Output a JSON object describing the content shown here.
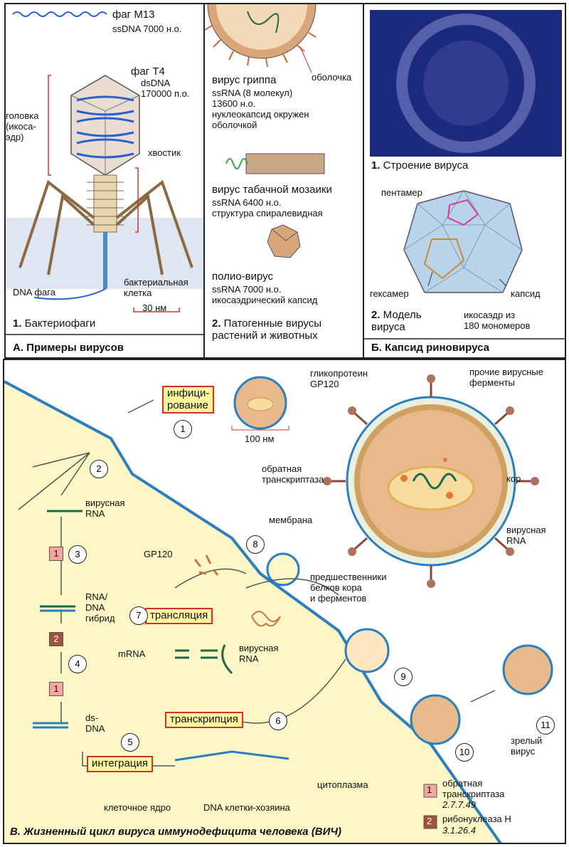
{
  "panel_a": {
    "m13_label": "фаг M13",
    "m13_info": "ssDNA 7000 н.о.",
    "t4_label": "фаг T4",
    "t4_info": "dsDNA\n170000 п.о.",
    "head_label": "головка\n(икоса-\nэдр)",
    "tail_label": "хвостик",
    "dna_phage": "DNA фага",
    "bacterial_cell": "бактериальная\nклетка",
    "scale": "30 нм",
    "caption_num": "1.",
    "caption": " Бактериофаги",
    "footer": "А. Примеры вирусов"
  },
  "panel_a2": {
    "flu_label": "вирус гриппа",
    "flu_info": "ssRNA (8 молекул)\n13600 н.о.\nнуклеокапсид окружен\nоболочкой",
    "envelope": "оболочка",
    "tmv_label": "вирус табачной мозаики",
    "tmv_info": "ssRNA 6400 н.о.\nструктура спиралевидная",
    "polio_label": "полио-вирус",
    "polio_info": "ssRNA  7000 н.о.\nикосаэдрический капсид",
    "caption_num": "2.",
    "caption": " Патогенные вирусы\nрастений и животных"
  },
  "panel_b": {
    "caption1_num": "1.",
    "caption1": " Строение вируса",
    "pentamer": "пентамер",
    "hexamer": "гексамер",
    "capsid": "капсид",
    "caption2_num": "2.",
    "caption2": " Модель\nвируса",
    "icosahedron": "икосаэдр из\n180 мономеров",
    "footer": "Б. Капсид риновируса"
  },
  "panel_c": {
    "infection": "инфици-\nрование",
    "scale": "100 нм",
    "glycoprotein": "гликопротеин\nGP120",
    "other_enzymes": "прочие вирусные\nферменты",
    "reverse_transcriptase_label": "обратная\nтранскриптаза",
    "core": "кор",
    "membrane": "мембрана",
    "viral_rna_right": "вирусная\nRNA",
    "viral_rna_left": "вирусная\nRNA",
    "gp120": "GP120",
    "precursors": "предшественники\nбелков кора\nи ферментов",
    "rna_dna_hybrid": "RNA/\nDNA\nгибрид",
    "translation": "трансляция",
    "mrna": "mRNA",
    "viral_rna_mid": "вирусная\nRNA",
    "transcription": "транскрипция",
    "ds_dna": "ds-\nDNA",
    "integration": "интеграция",
    "mature_virus": "зрелый\nвирус",
    "cytoplasm": "цитоплазма",
    "nucleus": "клеточное ядро",
    "host_dna": "DNA клетки-хозяина",
    "legend1_num": "1",
    "legend1_name": "обратная\nтранскриптаза",
    "legend1_ec": "2.7.7.49",
    "legend2_num": "2",
    "legend2_name": "рибонуклеаза Н",
    "legend2_ec": "3.1.26.4",
    "enzyme1": "1",
    "enzyme2": "2",
    "enzyme1b": "1",
    "steps": [
      "1",
      "2",
      "3",
      "4",
      "5",
      "6",
      "7",
      "8",
      "9",
      "10",
      "11"
    ],
    "footer": "В. Жизненный цикл вируса иммунодефицита человека (ВИЧ)"
  },
  "colors": {
    "cell_bg": "#fdf6c6",
    "membrane_blue": "#2a7fc0",
    "box_fill": "#fff7a0",
    "box_border": "#d83030",
    "enzyme_fill": "#f4a6a0",
    "enzyme2_fill": "#a0523d",
    "virus_body": "#e8b98a",
    "rna_green": "#1a6a4a",
    "micrograph_bg": "#1c2a7e"
  }
}
